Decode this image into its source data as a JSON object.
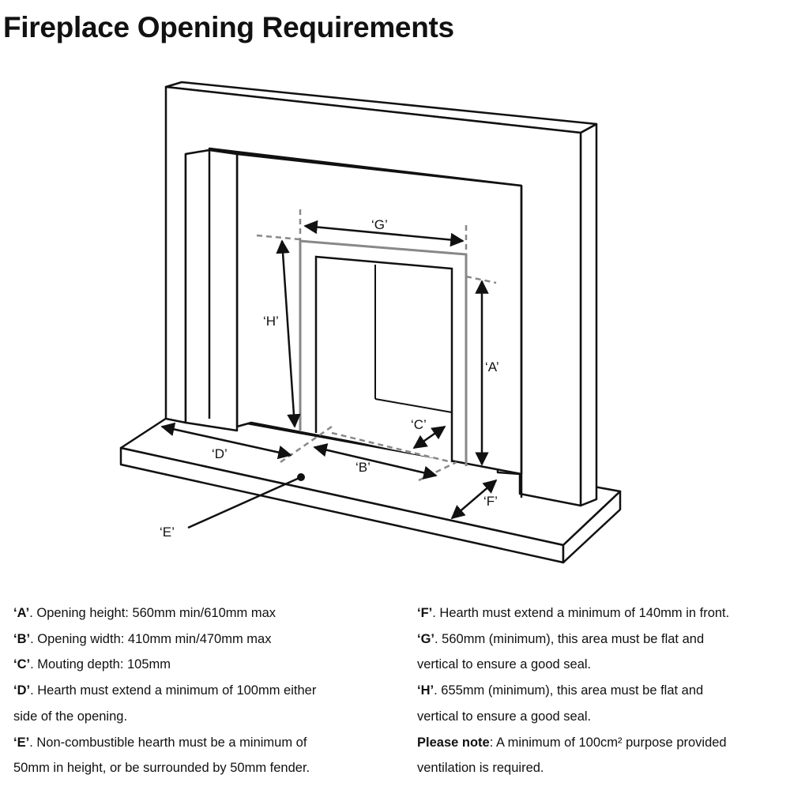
{
  "title": "Fireplace Opening Requirements",
  "diagram_labels": {
    "A": "‘A’",
    "B": "‘B’",
    "C": "‘C’",
    "D": "‘D’",
    "E": "‘E’",
    "F": "‘F’",
    "G": "‘G’",
    "H": "‘H’"
  },
  "notes_left": [
    {
      "key": "‘A’",
      "text": ". Opening height: 560mm min/610mm max"
    },
    {
      "key": "‘B’",
      "text": ". Opening width: 410mm min/470mm max"
    },
    {
      "key": "‘C’",
      "text": ". Mouting depth: 105mm"
    },
    {
      "key": "‘D’",
      "text": ". Hearth must extend a minimum of 100mm either"
    },
    {
      "key": "",
      "text": "side of the opening."
    },
    {
      "key": "‘E’",
      "text": ". Non-combustible hearth must be a minimum of"
    },
    {
      "key": "",
      "text": "50mm in height, or be surrounded by 50mm fender."
    }
  ],
  "notes_right": [
    {
      "key": "‘F’",
      "text": ". Hearth must extend a minimum of 140mm in front."
    },
    {
      "key": "‘G’",
      "text": ". 560mm (minimum), this area must be flat and"
    },
    {
      "key": "",
      "text": "vertical to ensure a good seal."
    },
    {
      "key": "‘H’",
      "text": ". 655mm (minimum), this area must be flat and"
    },
    {
      "key": "",
      "text": "vertical to ensure a good seal."
    },
    {
      "key": "Please note",
      "text": ": A minimum of 100cm² purpose provided"
    },
    {
      "key": "",
      "text": "ventilation is required."
    }
  ]
}
